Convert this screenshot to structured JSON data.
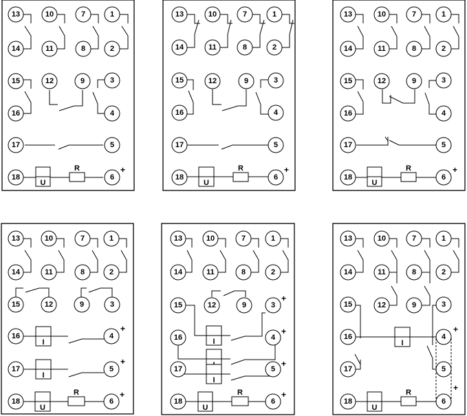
{
  "diagrams": [
    {
      "id": "d1",
      "terminals": {
        "t1": "13",
        "t2": "10",
        "t3": "7",
        "t4": "1",
        "t5": "14",
        "t6": "11",
        "t7": "8",
        "t8": "2",
        "t9": "15",
        "t10": "12",
        "t11": "9",
        "t12": "3",
        "t13": "16",
        "t14": "4",
        "t15": "17",
        "t16": "5",
        "t17": "18",
        "t18": "6"
      },
      "labels": {
        "u": "U",
        "r": "R",
        "plus6": "+"
      }
    },
    {
      "id": "d2",
      "terminals": {
        "t1": "13",
        "t2": "10",
        "t3": "7",
        "t4": "1",
        "t5": "14",
        "t6": "11",
        "t7": "8",
        "t8": "2",
        "t9": "15",
        "t10": "12",
        "t11": "9",
        "t12": "3",
        "t13": "16",
        "t14": "4",
        "t15": "17",
        "t16": "5",
        "t17": "18",
        "t18": "6"
      },
      "labels": {
        "u": "U",
        "r": "R",
        "plus6": "+"
      }
    },
    {
      "id": "d3",
      "terminals": {
        "t1": "13",
        "t2": "10",
        "t3": "7",
        "t4": "1",
        "t5": "14",
        "t6": "11",
        "t7": "8",
        "t8": "2",
        "t9": "15",
        "t10": "12",
        "t11": "9",
        "t12": "3",
        "t13": "16",
        "t14": "4",
        "t15": "17",
        "t16": "5",
        "t17": "18",
        "t18": "6"
      },
      "labels": {
        "u": "U",
        "r": "R",
        "plus6": "+"
      }
    },
    {
      "id": "d4",
      "terminals": {
        "t1": "13",
        "t2": "10",
        "t3": "7",
        "t4": "1",
        "t5": "14",
        "t6": "11",
        "t7": "8",
        "t8": "2",
        "t9": "15",
        "t10": "12",
        "t11": "9",
        "t12": "3",
        "t13": "16",
        "t14": "4",
        "t15": "17",
        "t16": "5",
        "t17": "18",
        "t18": "6"
      },
      "labels": {
        "i1": "I",
        "i2": "I",
        "u": "U",
        "r": "R",
        "plus4": "+",
        "plus5": "+",
        "plus6": "+"
      }
    },
    {
      "id": "d5",
      "terminals": {
        "t1": "13",
        "t2": "10",
        "t3": "7",
        "t4": "1",
        "t5": "14",
        "t6": "11",
        "t7": "8",
        "t8": "2",
        "t9": "12",
        "t10": "9",
        "t11": "15",
        "t12": "3",
        "t13": "16",
        "t14": "4",
        "t15": "17",
        "t16": "5",
        "t17": "18",
        "t18": "6"
      },
      "labels": {
        "i1": "I",
        "i2": "I",
        "i3": "I",
        "u": "U",
        "r": "R",
        "plus3": "+",
        "plus4": "+",
        "plus5": "+",
        "plus6": "+"
      }
    },
    {
      "id": "d6",
      "terminals": {
        "t1": "13",
        "t2": "10",
        "t3": "7",
        "t4": "1",
        "t5": "14",
        "t6": "11",
        "t7": "8",
        "t8": "2",
        "t9": "15",
        "t10": "12",
        "t11": "9",
        "t12": "3",
        "t13": "16",
        "t14": "4",
        "t15": "17",
        "t16": "5",
        "t17": "18",
        "t18": "6"
      },
      "labels": {
        "i1": "I",
        "u": "U",
        "r": "R",
        "plus4": "+",
        "plus6": "+"
      }
    }
  ]
}
